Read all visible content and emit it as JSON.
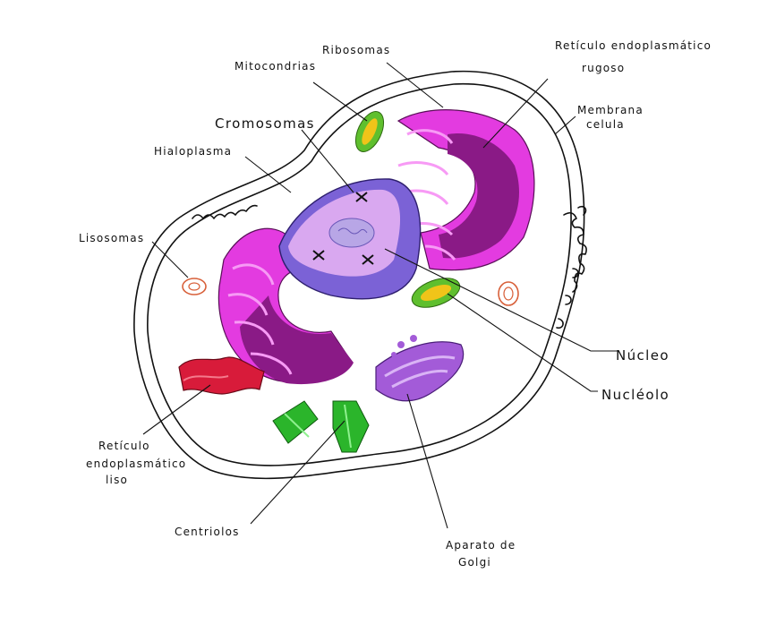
{
  "title": "",
  "labels": {
    "ribosomas": "Ribosomas",
    "rer_line1": "Retículo endoplasmático",
    "rer_line2": "rugoso",
    "mitocondrias": "Mitocondrias",
    "membrana_line1": "Membrana",
    "membrana_line2": "celula",
    "cromosomas": "Cromosomas",
    "hialoplasma": "Hialoplasma",
    "lisosomas": "Lisosomas",
    "nucleo": "Núcleo",
    "nucleolo": "Nucléolo",
    "rel_line1": "Retículo",
    "rel_line2": "endoplasmático",
    "rel_line3": "liso",
    "centriolos": "Centriolos",
    "golgi_line1": "Aparato de",
    "golgi_line2": "Golgi"
  },
  "colors": {
    "rer": "#e33be0",
    "rer_dark": "#8a1a86",
    "nucleus_membrane": "#7b62d6",
    "nucleoplasm": "#d9a8f0",
    "nucleolus": "#b8a6e6",
    "mitochondria_outer": "#5fbf2e",
    "mitochondria_inner": "#f0c419",
    "ser": "#d81b3a",
    "centrioles": "#2bb52b",
    "golgi": "#a35bd8",
    "lysosome": "#d8603a"
  }
}
